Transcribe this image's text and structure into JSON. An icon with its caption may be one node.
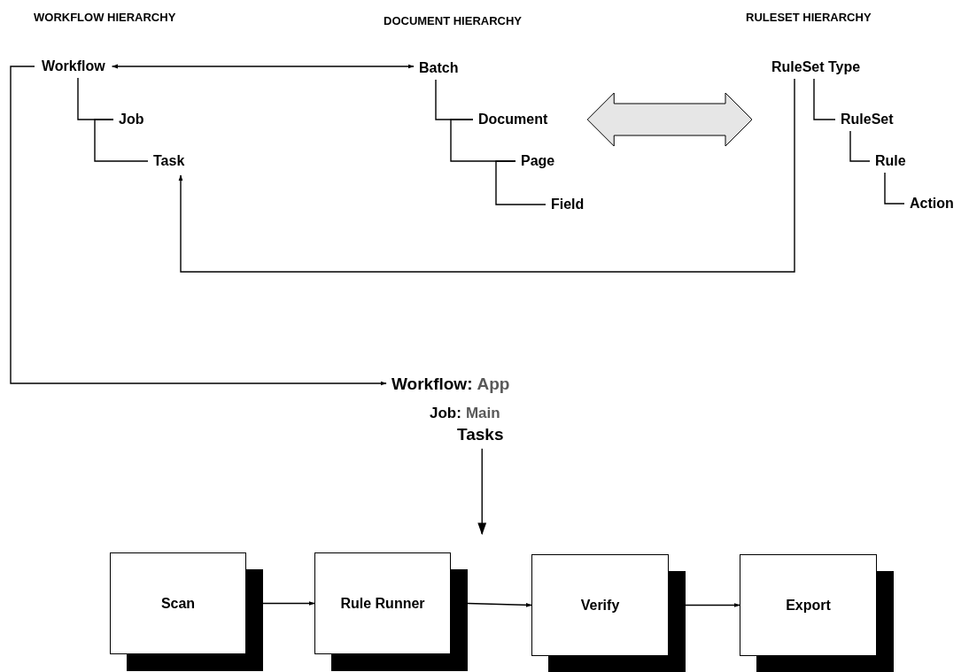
{
  "diagram": {
    "nodes": [
      {
        "text": [
          "Workflow"
        ]
      },
      {
        "text": [
          "Job"
        ]
      },
      {
        "text": [
          "Task"
        ]
      },
      {
        "text": [
          "Batch"
        ]
      },
      {
        "text": [
          "Document"
        ]
      },
      {
        "text": [
          "Page"
        ]
      },
      {
        "text": [
          "Field"
        ]
      },
      {
        "text": [
          "RuleSet Type"
        ]
      },
      {
        "text": [
          "RuleSet"
        ]
      },
      {
        "text": [
          "Rule"
        ]
      },
      {
        "text": [
          "Action"
        ]
      },
      {
        "text": [
          "Workflow:",
          "App"
        ]
      },
      {
        "text": [
          "Tasks"
        ]
      },
      {
        "text": [
          "Scan"
        ]
      },
      {
        "text": [
          "Rule Runner"
        ]
      },
      {
        "text": [
          "Verify"
        ]
      },
      {
        "text": [
          "Export"
        ]
      }
    ],
    "edges": [
      {
        "from": 0,
        "to": 1,
        "arrow": "none"
      },
      {
        "from": 1,
        "to": 2,
        "arrow": "none"
      },
      {
        "from": 3,
        "to": 4,
        "arrow": "none"
      },
      {
        "from": 4,
        "to": 5,
        "arrow": "none"
      },
      {
        "from": 5,
        "to": 6,
        "arrow": "none"
      },
      {
        "from": 7,
        "to": 8,
        "arrow": "none"
      },
      {
        "from": 8,
        "to": 9,
        "arrow": "none"
      },
      {
        "from": 9,
        "to": 10,
        "arrow": "none"
      },
      {
        "from": 0,
        "to": 3,
        "arrow": "both"
      },
      {
        "from": 4,
        "to": 8,
        "arrow": "both"
      },
      {
        "from": 7,
        "to": 2,
        "arrow": "to"
      },
      {
        "from": 0,
        "to": 11,
        "arrow": "to"
      },
      {
        "from": 12,
        "to": null,
        "arrow": "to"
      },
      {
        "from": 13,
        "to": 14,
        "arrow": "to"
      },
      {
        "from": 14,
        "to": 15,
        "arrow": "to"
      },
      {
        "from": 15,
        "to": 16,
        "arrow": "to"
      }
    ],
    "labels": [
      "WORKFLOW HIERARCHY",
      "DOCUMENT HIERARCHY",
      "RULESET HIERARCHY",
      "Job:",
      "Main"
    ]
  }
}
